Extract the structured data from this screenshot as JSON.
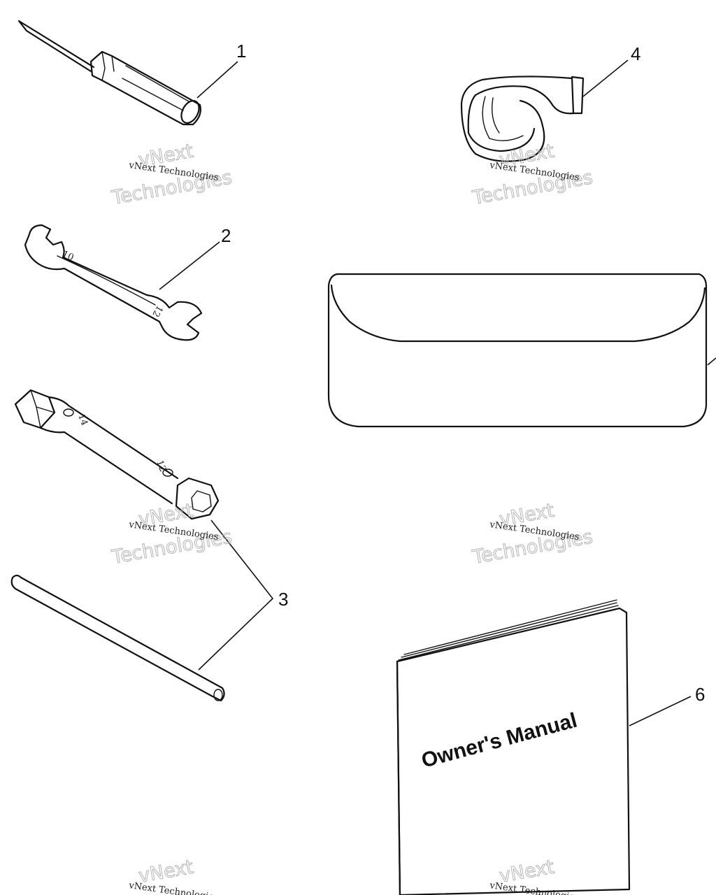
{
  "diagram": {
    "parts": [
      {
        "id": "screwdriver",
        "callout": "1"
      },
      {
        "id": "open-end-wrench",
        "callout": "2",
        "sizes": [
          "10",
          "12"
        ]
      },
      {
        "id": "spark-plug-wrench",
        "callout": "3",
        "sizes": [
          "14",
          "12"
        ]
      },
      {
        "id": "strap",
        "callout": "4"
      },
      {
        "id": "tool-pouch",
        "callout": ""
      },
      {
        "id": "owners-manual",
        "callout": "6",
        "cover_text": "Owner's Manual"
      }
    ]
  },
  "watermark": {
    "small": "vNext Technologies",
    "line1": "vNext",
    "line2": "Technologies"
  }
}
